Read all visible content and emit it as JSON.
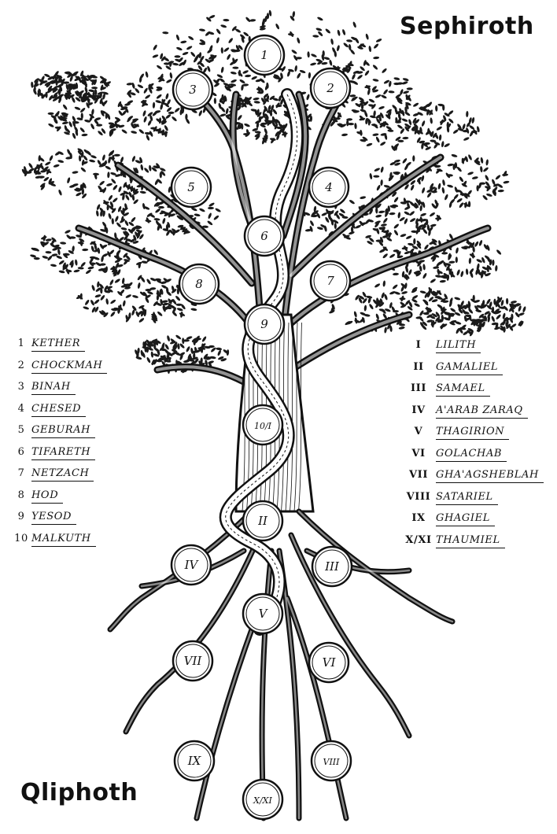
{
  "titles": {
    "top": "Sephiroth",
    "bottom": "Qliphoth"
  },
  "sephiroth": [
    {
      "num": "1",
      "name": "Kether"
    },
    {
      "num": "2",
      "name": "Chockmah"
    },
    {
      "num": "3",
      "name": "Binah"
    },
    {
      "num": "4",
      "name": "Chesed"
    },
    {
      "num": "5",
      "name": "Geburah"
    },
    {
      "num": "6",
      "name": "Tifareth"
    },
    {
      "num": "7",
      "name": "Netzach"
    },
    {
      "num": "8",
      "name": "Hod"
    },
    {
      "num": "9",
      "name": "Yesod"
    },
    {
      "num": "10",
      "name": "Malkuth"
    }
  ],
  "qliphoth": [
    {
      "num": "I",
      "name": "Lilith"
    },
    {
      "num": "II",
      "name": "Gamaliel"
    },
    {
      "num": "III",
      "name": "Samael"
    },
    {
      "num": "IV",
      "name": "A'arab Zaraq"
    },
    {
      "num": "V",
      "name": "Thagirion"
    },
    {
      "num": "VI",
      "name": "Golachab"
    },
    {
      "num": "VII",
      "name": "Gha'agsheblah"
    },
    {
      "num": "VIII",
      "name": "Satariel"
    },
    {
      "num": "IX",
      "name": "Ghagiel"
    },
    {
      "num": "X/XI",
      "name": "Thaumiel"
    }
  ],
  "node_labels": {
    "upper": [
      "1",
      "3",
      "2",
      "5",
      "4",
      "6",
      "8",
      "7",
      "9",
      "10/I"
    ],
    "lower": [
      "II",
      "IV",
      "III",
      "V",
      "VII",
      "VI",
      "IX",
      "VIII",
      "X/XI"
    ]
  }
}
